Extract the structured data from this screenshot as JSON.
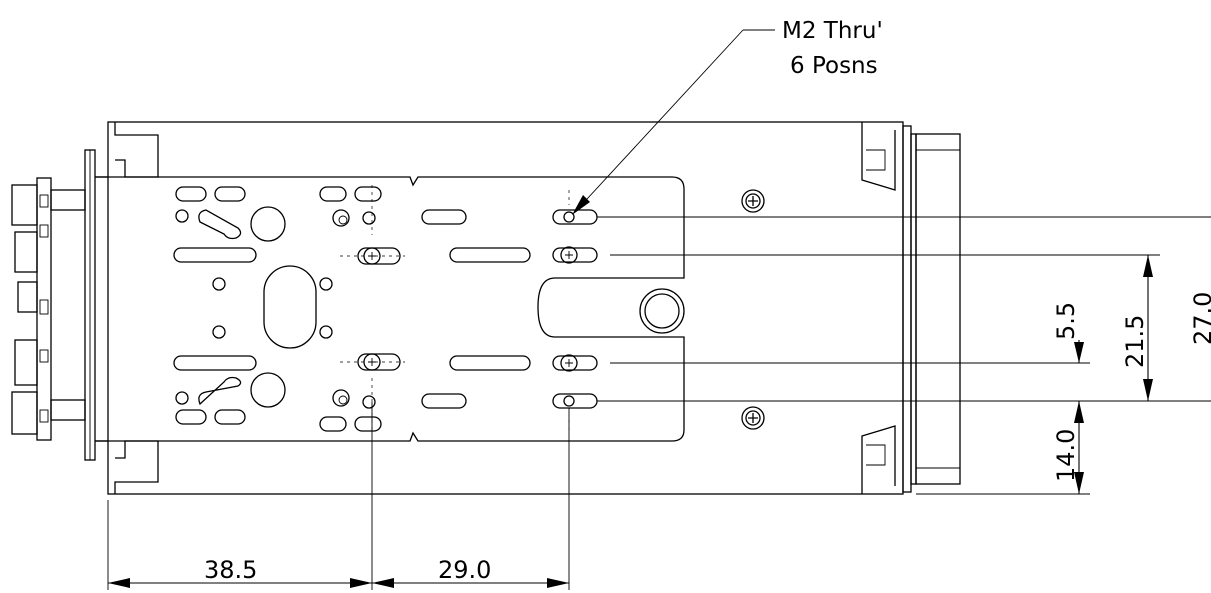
{
  "callout": {
    "line1": "M2 Thru'",
    "line2": "6 Posns"
  },
  "dimensions": {
    "d1": "38.5",
    "d2": "29.0",
    "d3": "5.5",
    "d4": "21.5",
    "d5": "27.0",
    "d6": "14.0"
  }
}
